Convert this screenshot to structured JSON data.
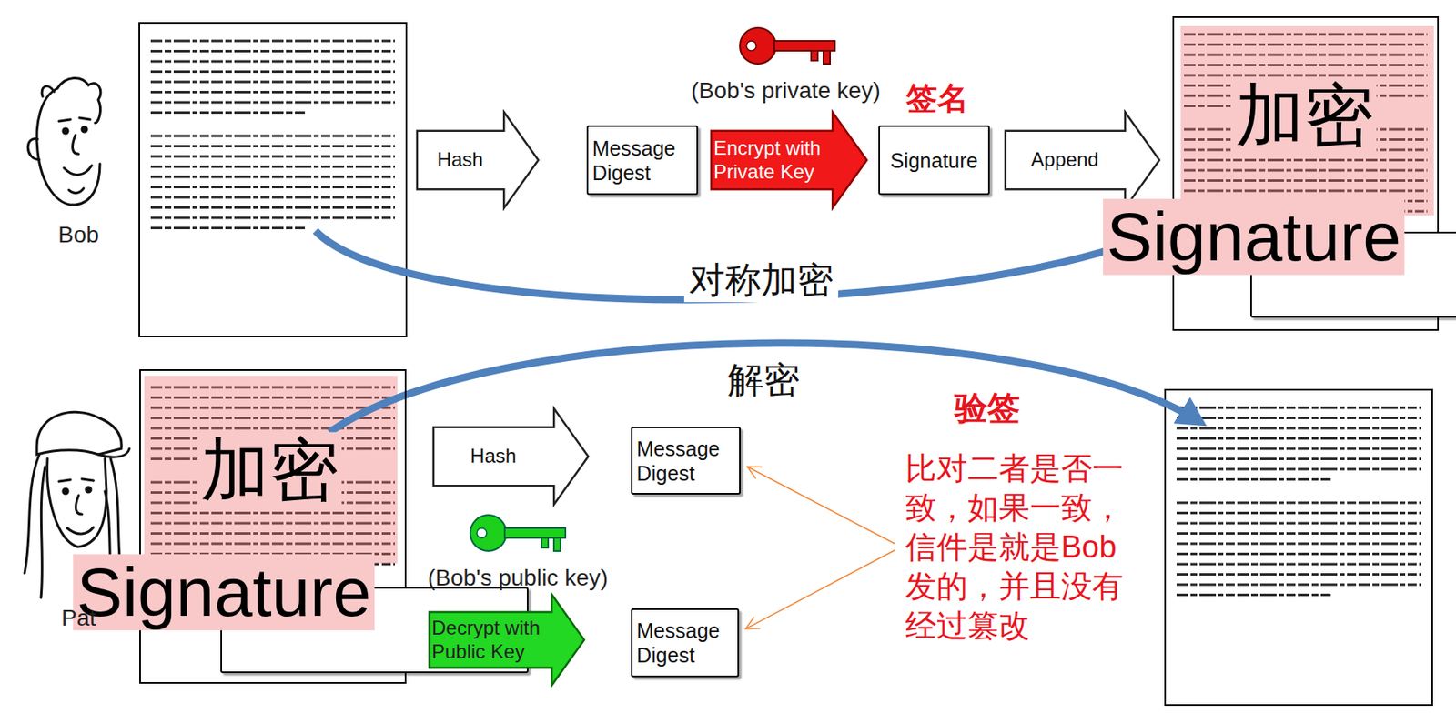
{
  "diagram": {
    "nodes": [
      {
        "text": [
          "Hash"
        ]
      },
      {
        "text": [
          "Message Digest"
        ]
      },
      {
        "text": [
          "Encrypt with Private Key"
        ]
      },
      {
        "text": [
          "Signature"
        ]
      },
      {
        "text": [
          "Append"
        ]
      },
      {
        "text": [
          "加密"
        ]
      },
      {
        "text": [
          "Signature"
        ],
        "in": 5
      },
      {
        "text": [
          "加密"
        ]
      },
      {
        "text": [
          "Signature"
        ],
        "in": 7
      },
      {
        "text": [
          "Hash"
        ]
      },
      {
        "text": [
          "Message Digest"
        ]
      },
      {
        "text": [
          "Decrypt with Public Key"
        ]
      },
      {
        "text": [
          "Message Digest"
        ]
      }
    ],
    "labels": [
      "Bob",
      "(Bob's private key)",
      "签名",
      "对称加密",
      "Pat",
      "解密",
      "(Bob's public key)",
      "验签",
      "比对二者是否一致，如果一致，信件是就是Bob发的，并且没有经过篡改"
    ]
  }
}
